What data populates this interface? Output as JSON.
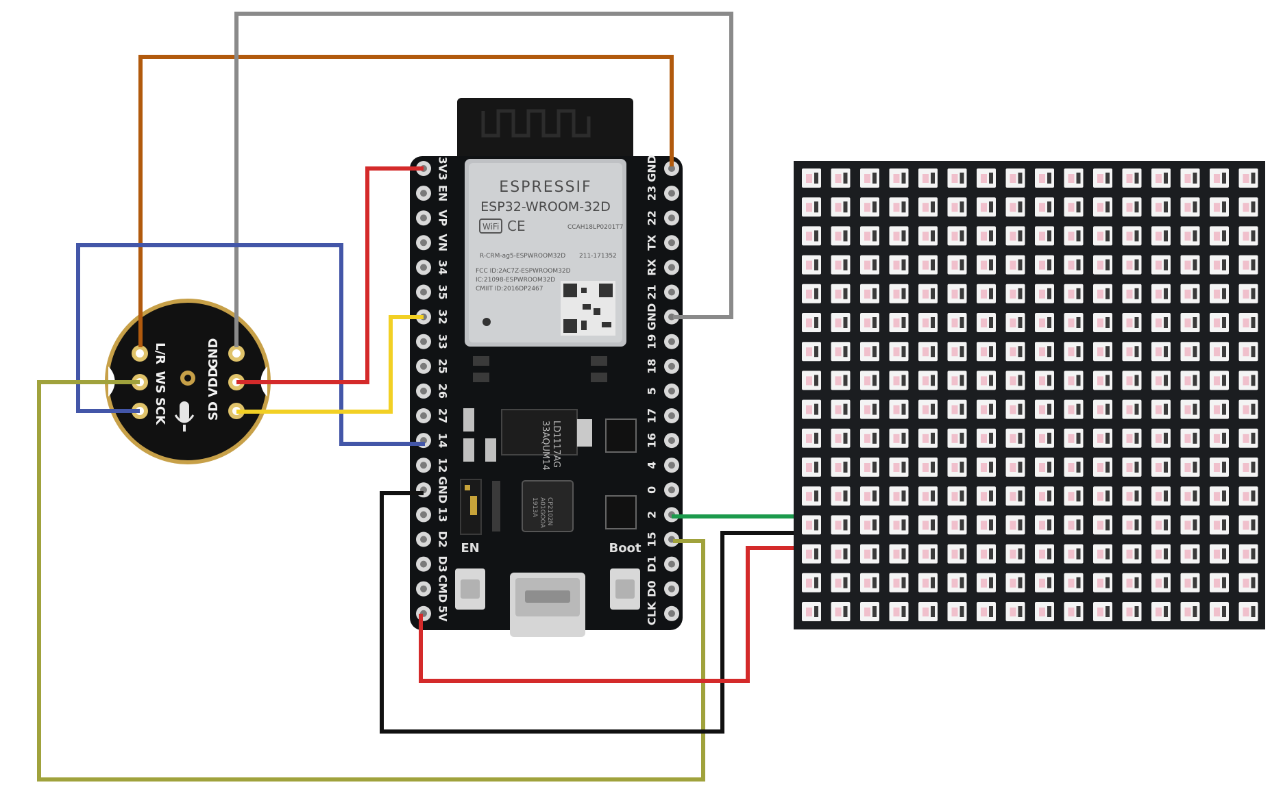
{
  "microphone": {
    "pins_left": [
      "L/R",
      "WS",
      "SCK"
    ],
    "pins_right": [
      "GND",
      "VDD",
      "SD"
    ]
  },
  "esp32": {
    "module_brand": "ESPRESSIF",
    "module_model": "ESP32-WROOM-32D",
    "cert_line1": "CCAH18LP0201T7",
    "cert_line2": "R-CRM-ag5-ESPWROOM32D",
    "cert_line3": "211-171352",
    "cert_line4": "FCC ID:2AC7Z-ESPWROOM32D",
    "cert_line5": "IC:21098-ESPWROOM32D",
    "cert_line6": "CMIIT ID:2016DP2467",
    "regulator_line1": "LD1117AG",
    "regulator_line2": "33AQUM14",
    "usb_chip_line1": "CP2102N",
    "usb_chip_line2": "A01GOOA",
    "usb_chip_line3": "1913A",
    "en_label": "EN",
    "boot_label": "Boot",
    "left_pins": [
      "3V3",
      "EN",
      "VP",
      "VN",
      "34",
      "35",
      "32",
      "33",
      "25",
      "26",
      "27",
      "14",
      "12",
      "GND",
      "13",
      "D2",
      "D3",
      "CMD",
      "5V"
    ],
    "right_pins": [
      "GND",
      "23",
      "22",
      "TX",
      "RX",
      "21",
      "GND",
      "19",
      "18",
      "5",
      "17",
      "16",
      "4",
      "0",
      "2",
      "15",
      "D1",
      "D0",
      "CLK"
    ]
  },
  "led_matrix": {
    "rows": 16,
    "cols": 16
  },
  "wire_colors": {
    "brown": "#b15a0d",
    "gray": "#8a8a8a",
    "blue": "#4356a8",
    "red": "#d42a2a",
    "yellow": "#f2d024",
    "olive": "#a0a23c",
    "black": "#111111",
    "green": "#1c9a4c"
  },
  "wires": [
    {
      "color": "brown",
      "from": "mic L/R",
      "to": "ESP32 GND"
    },
    {
      "color": "gray",
      "from": "mic GND",
      "to": "ESP32 GND"
    },
    {
      "color": "blue",
      "from": "mic SCK",
      "to": "ESP32 14"
    },
    {
      "color": "red",
      "from": "mic VDD",
      "to": "ESP32 3V3"
    },
    {
      "color": "yellow",
      "from": "mic SD",
      "to": "ESP32 32"
    },
    {
      "color": "olive",
      "from": "mic WS",
      "to": "ESP32 15"
    },
    {
      "color": "green",
      "from": "ESP32 2",
      "to": "LED matrix DIN"
    },
    {
      "color": "black",
      "from": "ESP32 GND",
      "to": "LED matrix GND"
    },
    {
      "color": "red",
      "from": "ESP32 5V",
      "to": "LED matrix VCC"
    }
  ]
}
